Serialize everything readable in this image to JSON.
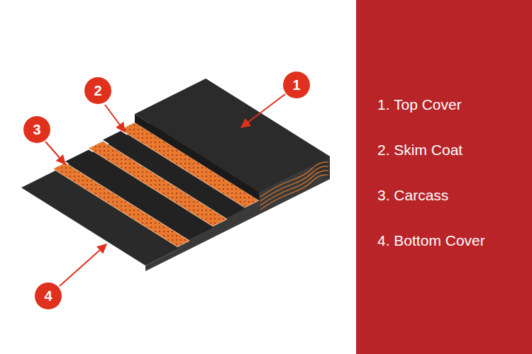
{
  "diagram": {
    "nodes": [
      {
        "text": [
          "1"
        ]
      },
      {
        "text": [
          "2"
        ]
      },
      {
        "text": [
          "3"
        ]
      },
      {
        "text": [
          "4"
        ]
      },
      {
        "text": [
          "1. Top Cover",
          "2. Skim Coat",
          "3. Carcass",
          "4. Bottom Cover"
        ]
      }
    ]
  }
}
